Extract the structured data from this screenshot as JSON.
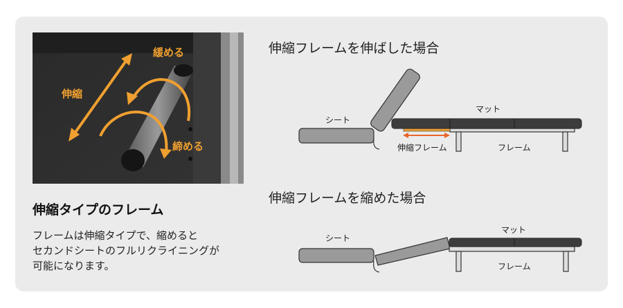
{
  "photo": {
    "label_extend": "伸縮",
    "label_loosen": "緩める",
    "label_tighten": "締める"
  },
  "feature": {
    "heading": "伸縮タイプのフレーム",
    "description_lines": [
      "フレームは伸縮タイプで、縮めると",
      "セカンドシートのフルリクライニングが",
      "可能になります。"
    ]
  },
  "diagram_extended": {
    "title": "伸縮フレームを伸ばした場合",
    "seat_label": "シート",
    "mat_label": "マット",
    "telescopic_label": "伸縮フレーム",
    "frame_label": "フレーム"
  },
  "diagram_retracted": {
    "title": "伸縮フレームを縮めた場合",
    "seat_label": "シート",
    "mat_label": "マット",
    "frame_label": "フレーム"
  },
  "colors": {
    "accent": "#f0a030",
    "arrow": "#e8642a",
    "mat": "#3c3c3c",
    "seat": "#9a9a9a"
  }
}
